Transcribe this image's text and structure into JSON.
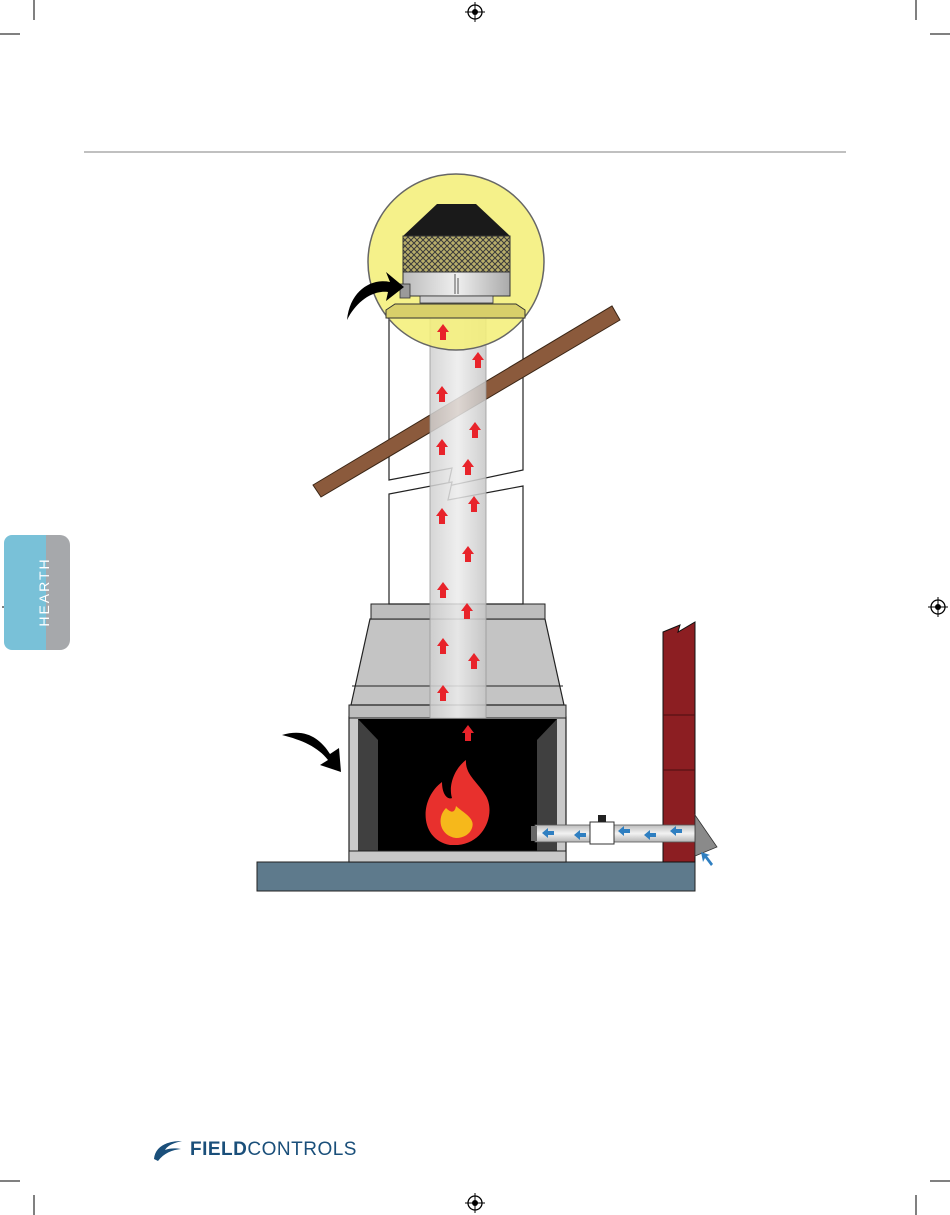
{
  "side_tab": {
    "label": "HEARTH"
  },
  "brand": {
    "bold": "FIELD",
    "regular": "CONTROLS"
  },
  "colors": {
    "highlight": "#f4ef7a",
    "chimney_liner": "#d8d8d8",
    "roof_beam": "#8b5a3c",
    "hearth_base": "#5e7a8c",
    "brick_wall": "#8c1e22",
    "flame_outer": "#e8302d",
    "flame_inner": "#f6b81b",
    "flue_arrows": "#e8232a",
    "air_arrows": "#2f7fc1"
  },
  "icons": [
    "registration-mark-icon",
    "curved-arrow-icon",
    "flame-icon",
    "up-arrow-icon",
    "left-arrow-icon"
  ]
}
